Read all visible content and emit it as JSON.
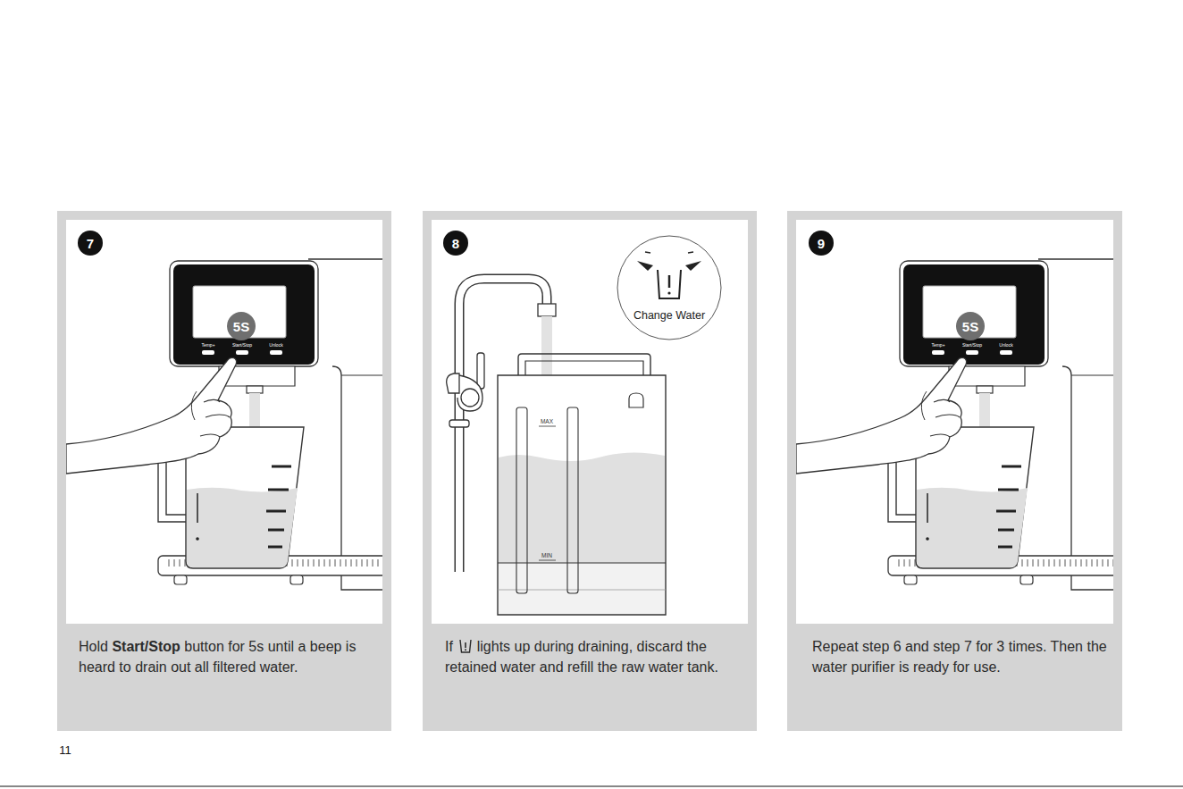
{
  "diagram": {
    "nodes": [
      {
        "text": [
          "Hold",
          "Start/Stop",
          "button for 5s until a beep is heard to drain out all filtered water."
        ]
      },
      {
        "text": [
          "7"
        ],
        "in": 0
      },
      {
        "text": [
          "5S"
        ],
        "in": 0
      },
      {
        "text": [
          "If",
          "lights up during draining, discard the retained water and refill the raw water tank."
        ]
      },
      {
        "text": [
          "8"
        ],
        "in": 3
      },
      {
        "text": [
          "Change Water"
        ],
        "in": 3
      },
      {
        "text": [
          "Repeat step 6 and step 7 for 3 times. Then the water purifier is ready for use."
        ]
      },
      {
        "text": [
          "9"
        ],
        "in": 6
      },
      {
        "text": [
          "5S"
        ],
        "in": 6
      }
    ],
    "labels": [
      "Temp+",
      "Start/Stop",
      "Unlock",
      "MAX",
      "MIN",
      "Temp+",
      "Start/Stop",
      "Unlock",
      "11"
    ]
  }
}
